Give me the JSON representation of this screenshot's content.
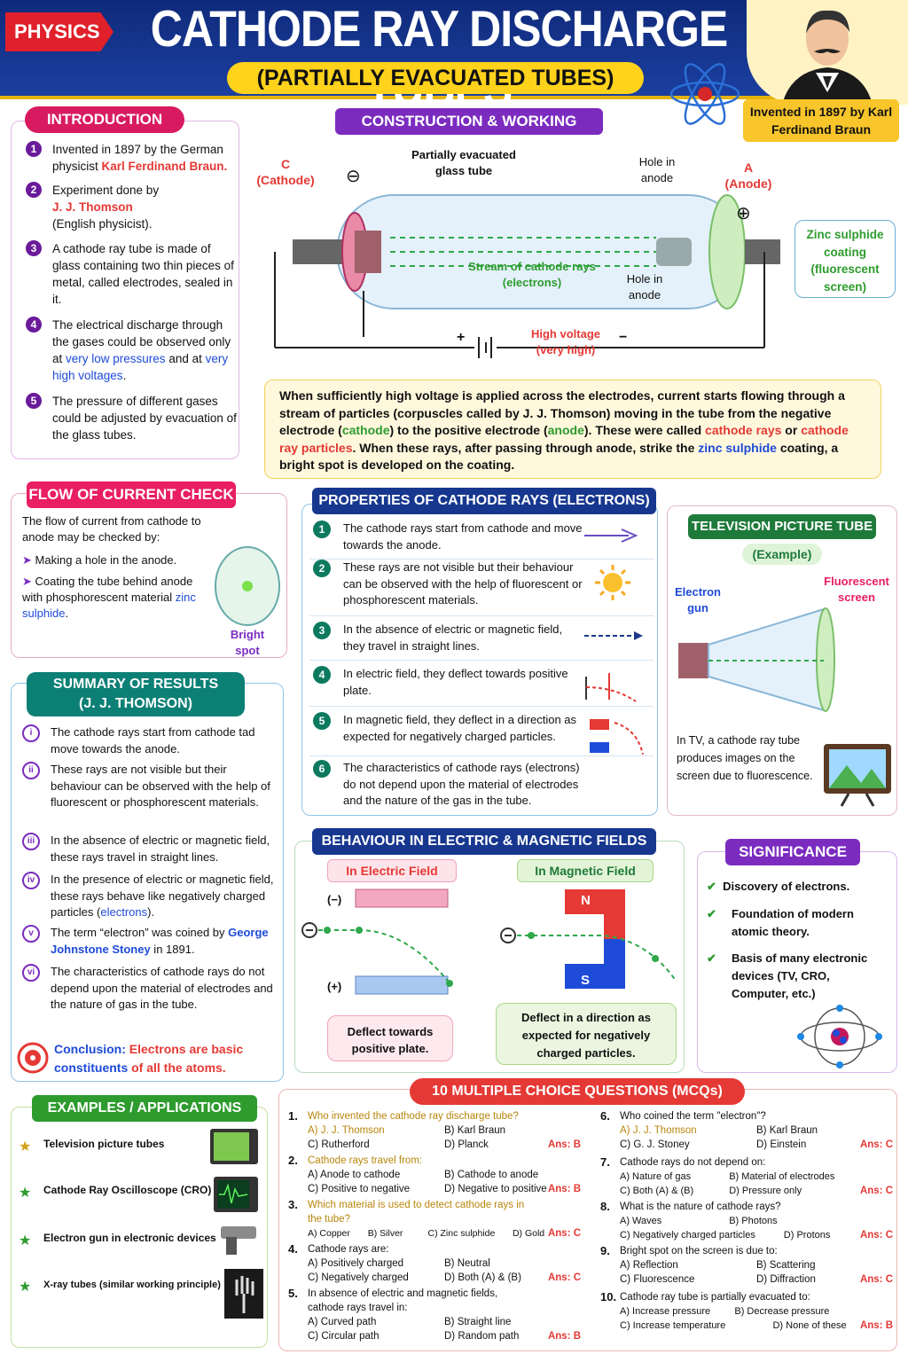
{
  "header": {
    "tag": "PHYSICS",
    "title": "CATHODE RAY DISCHARGE TUBES",
    "subtitle": "(PARTIALLY EVACUATED TUBES)",
    "invented": "Invented in 1897 by Karl Ferdinand Braun"
  },
  "intro": {
    "title": "INTRODUCTION",
    "items": [
      {
        "n": "1",
        "pre": "Invented in 1897 by the German physicist ",
        "hl": "Karl Ferdinand Braun.",
        "post": ""
      },
      {
        "n": "2",
        "pre": "Experiment done by ",
        "hl": "J. J. Thomson",
        "post": " (English physicist)."
      },
      {
        "n": "3",
        "pre": "A cathode ray tube is made of glass containing two thin pieces of metal, called electrodes, sealed in it.",
        "hl": "",
        "post": ""
      },
      {
        "n": "4",
        "pre": "The electrical discharge through the gases could be observed only at ",
        "hl": "very low pressures",
        "mid": " and at ",
        "hl2": "very high voltages",
        "post": "."
      },
      {
        "n": "5",
        "pre": "The pressure of different gases could be adjusted by evacuation of the glass tubes.",
        "hl": "",
        "post": ""
      }
    ]
  },
  "construction": {
    "title": "CONSTRUCTION & WORKING",
    "cathode": "C",
    "cathode2": "(Cathode)",
    "anode": "A",
    "anode2": "(Anode)",
    "glass": "Partially evacuated glass tube",
    "hole1": "Hole in anode",
    "hole2": "Hole in anode",
    "stream": "Stream of cathode rays (electrons)",
    "zinc": "Zinc sulphide coating (fluorescent screen)",
    "hv": "High voltage",
    "hv2": "(very high)",
    "minus": "⊖",
    "plus": "⊕",
    "bplus": "+",
    "bminus": "−"
  },
  "description": {
    "p1": "When sufficiently high voltage is applied across the electrodes, current starts flowing through a stream of particles (corpuscles called by J. J. Thomson) moving in the tube from the negative electrode (",
    "cathode": "cathode",
    "p2": ") to the positive electrode (",
    "anode": "anode",
    "p3": "). These were called ",
    "cr": "cathode rays",
    "p4": " or ",
    "crp": "cathode ray particles",
    "p5": ". When these rays, after passing through anode, strike the ",
    "zs": "zinc sulphide",
    "p6": " coating, a bright spot is developed on the coating."
  },
  "flow": {
    "title": "FLOW OF CURRENT CHECK",
    "intro": "The flow of current from cathode to anode may be checked by:",
    "b1": "Making a hole in the anode.",
    "b2pre": "Coating the tube behind anode with phosphorescent material ",
    "b2hl": "zinc sulphide",
    "b2post": ".",
    "spot": "Bright spot"
  },
  "summary": {
    "title1": "SUMMARY OF RESULTS",
    "title2": "(J. J. THOMSON)",
    "items": [
      {
        "n": "i",
        "t": "The cathode rays start from cathode tad move towards the anode."
      },
      {
        "n": "ii",
        "t": "These rays are not visible but their behaviour can be observed with the help of fluorescent or phosphorescent materials."
      },
      {
        "n": "iii",
        "t": "In the absence of electric or magnetic field, these rays travel in straight lines."
      },
      {
        "n": "iv",
        "t": "In the presence of electric or magnetic field, these rays behave like negatively charged particles (",
        "hl": "electrons",
        "post": ")."
      },
      {
        "n": "v",
        "t": "The term “electron” was coined by ",
        "hl": "George Johnstone Stoney",
        "post": " in 1891."
      },
      {
        "n": "vi",
        "t": "The characteristics of cathode rays do not depend upon the material of electrodes and the nature of gas in the tube."
      }
    ],
    "conclusion_label": "Conclusion:",
    "conclusion": "Electrons are basic",
    "conclusion2": "constituents",
    "conclusion3": "of all the atoms."
  },
  "properties": {
    "title": "PROPERTIES OF CATHODE RAYS (ELECTRONS)",
    "items": [
      {
        "n": "1",
        "t": "The cathode rays start from cathode and move towards the anode."
      },
      {
        "n": "2",
        "t": "These rays are not visible but their behaviour can be observed with the help of fluorescent or phosphorescent materials."
      },
      {
        "n": "3",
        "t": "In the absence of electric or magnetic field, they travel in straight lines."
      },
      {
        "n": "4",
        "t": "In electric field, they deflect towards positive plate."
      },
      {
        "n": "5",
        "t": "In magnetic field, they deflect in a direction as expected for negatively charged particles."
      },
      {
        "n": "6",
        "t": "The characteristics of cathode rays (electrons) do not depend upon the material of electrodes and the nature of the gas in the tube."
      }
    ]
  },
  "tv": {
    "title": "TELEVISION PICTURE TUBE",
    "example": "(Example)",
    "gun": "Electron gun",
    "screen": "Fluorescent screen",
    "text": "In TV, a cathode ray tube produces images on the screen due to fluorescence."
  },
  "behaviour": {
    "title": "BEHAVIOUR IN ELECTRIC & MAGNETIC FIELDS",
    "electric": "In Electric Field",
    "magnetic": "In Magnetic Field",
    "neg": "(−)",
    "pos": "(+)",
    "N": "N",
    "S": "S",
    "edesc": "Deflect towards positive plate.",
    "mdesc": "Deflect in a direction as expected for negatively charged particles."
  },
  "significance": {
    "title": "SIGNIFICANCE",
    "items": [
      "Discovery of electrons.",
      "Foundation of modern atomic theory.",
      "Basis of many electronic devices (TV, CRO, Computer, etc.)"
    ]
  },
  "examples": {
    "title": "EXAMPLES / APPLICATIONS",
    "items": [
      "Television picture tubes",
      "Cathode Ray Oscilloscope (CRO)",
      "Electron gun in electronic devices",
      "X-ray tubes (similar working principle)"
    ]
  },
  "mcq": {
    "title": "10 MULTIPLE CHOICE QUESTIONS (MCQs)",
    "questions": [
      {
        "n": "1.",
        "q": "Who invented the cathode ray discharge tube?",
        "opts": [
          "A) J. J. Thomson",
          "B) Karl Braun",
          "C) Rutherford",
          "D) Planck"
        ],
        "ans": "Ans: B"
      },
      {
        "n": "2.",
        "q": "Cathode rays travel from:",
        "opts": [
          "A) Anode to cathode",
          "B) Cathode to anode",
          "C) Positive to negative",
          "D) Negative to positive"
        ],
        "ans": "Ans: B"
      },
      {
        "n": "3.",
        "q": "Which material is used to detect cathode rays in the tube?",
        "opts": [
          "A) Copper",
          "B) Silver",
          "C) Zinc sulphide",
          "D) Gold"
        ],
        "ans": "Ans: C"
      },
      {
        "n": "4.",
        "q": "Cathode rays are:",
        "opts": [
          "A) Positively charged",
          "B) Neutral",
          "C) Negatively charged",
          "D) Both (A) & (B)"
        ],
        "ans": "Ans: C"
      },
      {
        "n": "5.",
        "q": "In absence of electric and magnetic fields, cathode rays travel in:",
        "opts": [
          "A) Curved path",
          "B) Straight line",
          "C) Circular path",
          "D) Random path"
        ],
        "ans": "Ans: B"
      },
      {
        "n": "6.",
        "q": "Who coined the term \"electron\"?",
        "opts": [
          "A) J. J. Thomson",
          "B) Karl Braun",
          "C) G. J. Stoney",
          "D) Einstein"
        ],
        "ans": "Ans: C"
      },
      {
        "n": "7.",
        "q": "Cathode rays do not depend on:",
        "opts": [
          "A) Nature of gas",
          "B) Material of electrodes",
          "C) Both (A) & (B)",
          "D) Pressure only"
        ],
        "ans": "Ans: C"
      },
      {
        "n": "8.",
        "q": "What is the nature of cathode rays?",
        "opts": [
          "A) Waves",
          "B) Photons",
          "C) Negatively charged particles",
          "D) Protons"
        ],
        "ans": "Ans: C"
      },
      {
        "n": "9.",
        "q": "Bright spot on the screen is due to:",
        "opts": [
          "A) Reflection",
          "B) Scattering",
          "C) Fluorescence",
          "D) Diffraction"
        ],
        "ans": "Ans: C"
      },
      {
        "n": "10.",
        "q": "Cathode ray tube is partially evacuated to:",
        "opts": [
          "A) Increase pressure",
          "B) Decrease pressure",
          "C) Increase temperature",
          "D) None of these"
        ],
        "ans": "Ans: B"
      }
    ]
  }
}
